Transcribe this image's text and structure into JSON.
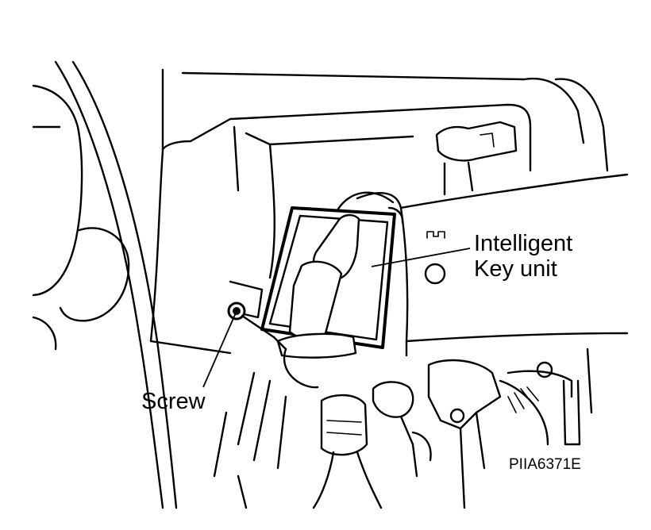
{
  "callouts": {
    "intelligent_key_unit": [
      "Intelligent",
      "Key unit"
    ],
    "screw": "Screw"
  },
  "figure_code": "PIIA6371E"
}
